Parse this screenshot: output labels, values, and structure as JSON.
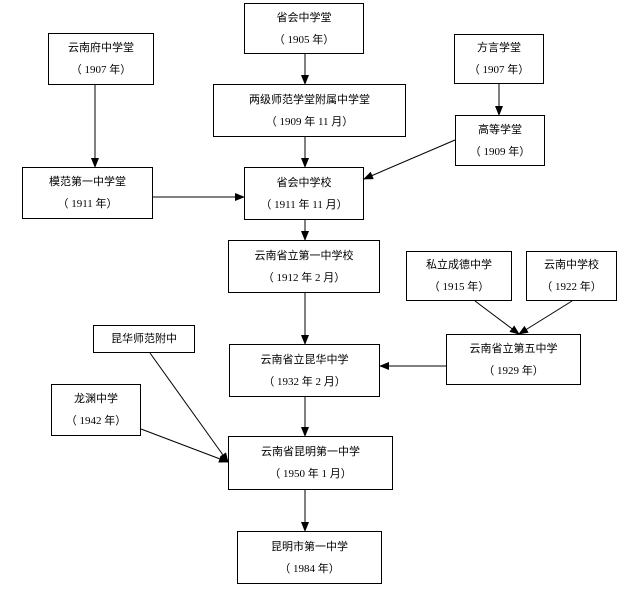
{
  "nodes": {
    "shenghui_xuetang": {
      "name": "省会中学堂",
      "year": "（ 1905 年）"
    },
    "yunnanfu": {
      "name": "云南府中学堂",
      "year": "（ 1907 年）"
    },
    "fangyan": {
      "name": "方言学堂",
      "year": "（ 1907 年）"
    },
    "liangji": {
      "name": "两级师范学堂附属中学堂",
      "year": "（ 1909 年 11 月）"
    },
    "gaodeng": {
      "name": "高等学堂",
      "year": "（ 1909 年）"
    },
    "mofan": {
      "name": "模范第一中学堂",
      "year": "（ 1911 年）"
    },
    "shenghui_xuexiao": {
      "name": "省会中学校",
      "year": "（ 1911 年 11 月）"
    },
    "diyi": {
      "name": "云南省立第一中学校",
      "year": "（ 1912 年 2 月）"
    },
    "sili": {
      "name": "私立成德中学",
      "year": "（ 1915 年）"
    },
    "yunnan_zx": {
      "name": "云南中学校",
      "year": "（ 1922 年）"
    },
    "kunhua_fuzhong": {
      "name": "昆华师范附中",
      "year": ""
    },
    "kunhua": {
      "name": "云南省立昆华中学",
      "year": "（ 1932 年 2 月）"
    },
    "diwu": {
      "name": "云南省立第五中学",
      "year": "（ 1929 年）"
    },
    "longyuan": {
      "name": "龙渊中学",
      "year": "（ 1942 年）"
    },
    "kunming_diyi": {
      "name": "云南省昆明第一中学",
      "year": "（ 1950 年 1 月）"
    },
    "kunmingshi": {
      "name": "昆明市第一中学",
      "year": "（ 1984 年）"
    }
  },
  "colors": {
    "line": "#000000",
    "box_border": "#000000"
  }
}
